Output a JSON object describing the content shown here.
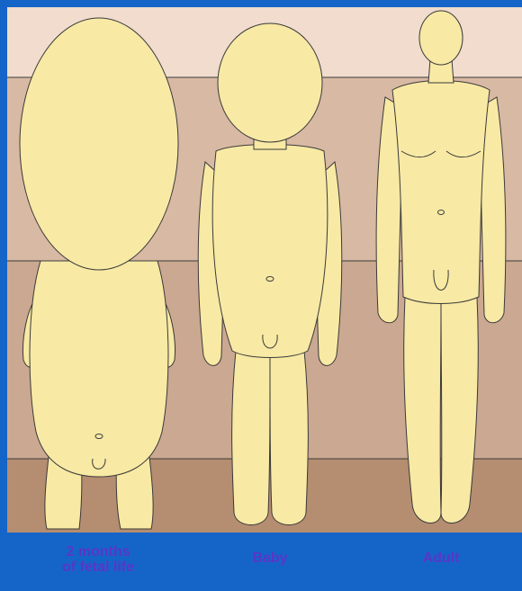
{
  "labels": {
    "fetus_line1": "2 months",
    "fetus_line2": "of fetal life",
    "baby": "Baby",
    "adult": "Adult"
  },
  "colors": {
    "frame": "#1565c8",
    "band_top": "#f0d9cc",
    "band_2": "#d6b7a0",
    "band_3": "#caa68c",
    "band_bottom": "#b48c6e",
    "figure_fill": "#f8e9a4",
    "outline": "#3a3a3a",
    "label": "#5a36c8"
  }
}
